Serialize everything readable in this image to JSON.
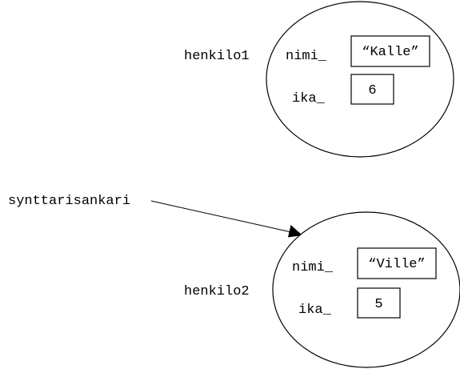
{
  "objects": [
    {
      "label": "henkilo1",
      "fields": [
        {
          "name": "nimi_",
          "value": "“Kalle”"
        },
        {
          "name": "ika_",
          "value": "6"
        }
      ]
    },
    {
      "label": "henkilo2",
      "fields": [
        {
          "name": "nimi_",
          "value": "“Ville”"
        },
        {
          "name": "ika_",
          "value": "5"
        }
      ]
    }
  ],
  "reference": {
    "label": "synttarisankari",
    "target": "henkilo2"
  },
  "colors": {
    "stroke": "#000000",
    "background": "#ffffff"
  }
}
